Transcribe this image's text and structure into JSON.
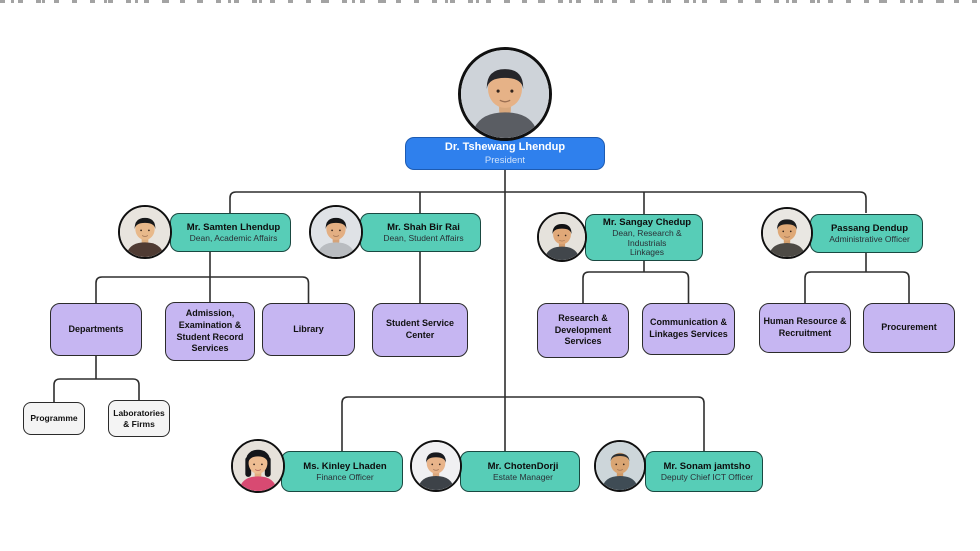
{
  "palette": {
    "president_box": "#2F80ED",
    "officer_box": "#57CDB7",
    "unit_box": "#C6B6F2",
    "sub_unit_box": "#F4F4F4",
    "connector_line": "#2e2e2e"
  },
  "org": {
    "president": {
      "name": "Dr. Tshewang Lhendup",
      "title": "President",
      "avatar": {
        "bg": "#ced3d9",
        "skin": "#e6b287",
        "hair": "#26262a",
        "shirt": "#5a5d63",
        "neck": "#d9a87d"
      }
    },
    "samten": {
      "name": "Mr. Samten Lhendup",
      "title": "Dean, Academic Affairs",
      "avatar": {
        "bg": "#e8e4de",
        "skin": "#e8b98b",
        "hair": "#17181a",
        "shirt": "#4f3b33",
        "neck": "#dcae7e"
      }
    },
    "shahbir": {
      "name": "Mr. Shah Bir Rai",
      "title": "Dean, Student Affairs",
      "avatar": {
        "bg": "#dfe2e6",
        "skin": "#e3af83",
        "hair": "#141517",
        "shirt": "#b9bcc0",
        "neck": "#d6a378"
      }
    },
    "sangay": {
      "name": "Mr. Sangay Chedup",
      "title": "Dean, Research & Industrials\nLinkages",
      "avatar": {
        "bg": "#e5e2dc",
        "skin": "#e0a878",
        "hair": "#101113",
        "shirt": "#41464b",
        "neck": "#d39c6d"
      }
    },
    "passang": {
      "name": "Passang Dendup",
      "title": "Administrative Officer",
      "avatar": {
        "bg": "#e9e7e2",
        "skin": "#dfa977",
        "hair": "#1a1b1d",
        "shirt": "#4d4a45",
        "neck": "#d29e6c"
      }
    },
    "kinley": {
      "name": "Ms. Kinley Lhaden",
      "title": "Finance Officer",
      "avatar": {
        "bg": "#e6e1da",
        "skin": "#eebd92",
        "hair": "#15161a",
        "shirt": "#d84a72",
        "neck": "#e2ae82"
      }
    },
    "choten": {
      "name": "Mr. ChotenDorji",
      "title": "Estate Manager",
      "avatar": {
        "bg": "#f0f0f2",
        "skin": "#e8b48a",
        "hair": "#191a1e",
        "shirt": "#3d4248",
        "neck": "#dba87e"
      }
    },
    "sonam": {
      "name": "Mr. Sonam jamtsho",
      "title": "Deputy Chief ICT Officer",
      "avatar": {
        "bg": "#cdd6da",
        "skin": "#d9a573",
        "hair": "#2c2e30",
        "shirt": "#3f4c55",
        "neck": "#cf9a68"
      }
    },
    "units": {
      "departments": "Departments",
      "admission": "Admission,\nExamination &\nStudent Record\nServices",
      "library": "Library",
      "student_service": "Student Service\nCenter",
      "research": "Research &\nDevelopment\nServices",
      "communication": "Communication &\nLinkages Services",
      "hr": "Human Resource &\nRecruitment",
      "procurement": "Procurement",
      "programme": "Programme",
      "laboratories": "Laboratories\n& Firms"
    }
  }
}
